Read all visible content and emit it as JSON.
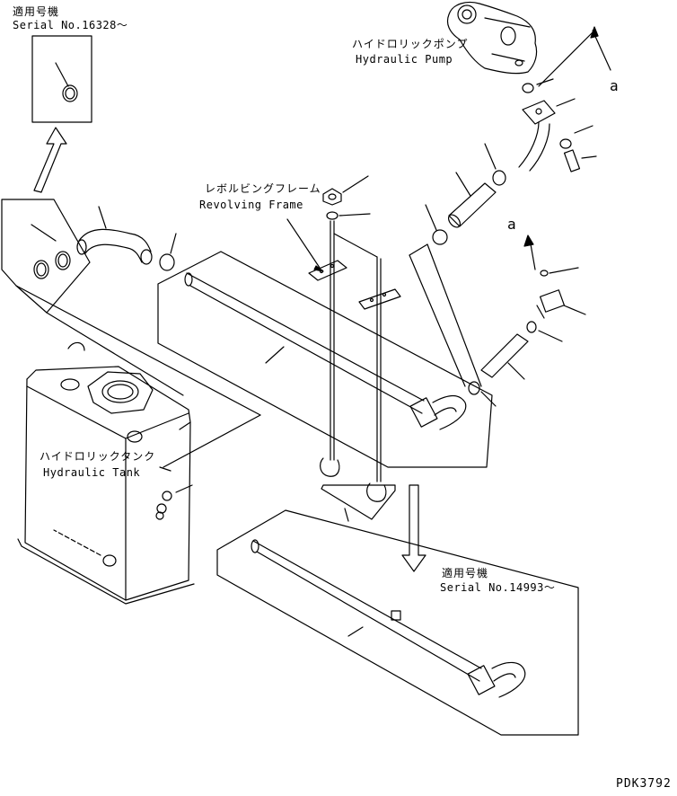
{
  "callouts": {
    "serial_top_jp": "適用号機",
    "serial_top_en": "Serial No.16328～",
    "revolving_frame_jp": "レボルビングフレーム",
    "revolving_frame_en": "Revolving Frame",
    "hydraulic_pump_jp": "ハイドロリックポンプ",
    "hydraulic_pump_en": "Hydraulic Pump",
    "hydraulic_tank_jp": "ハイドロリックタンク",
    "hydraulic_tank_en": "Hydraulic Tank",
    "serial_bottom_jp": "適用号機",
    "serial_bottom_en": "Serial No.14993～",
    "ref_a_upper": "a",
    "ref_a_lower": "a",
    "drawing_code": "PDK3792"
  },
  "colors": {
    "line": "#000000",
    "background": "#ffffff"
  }
}
